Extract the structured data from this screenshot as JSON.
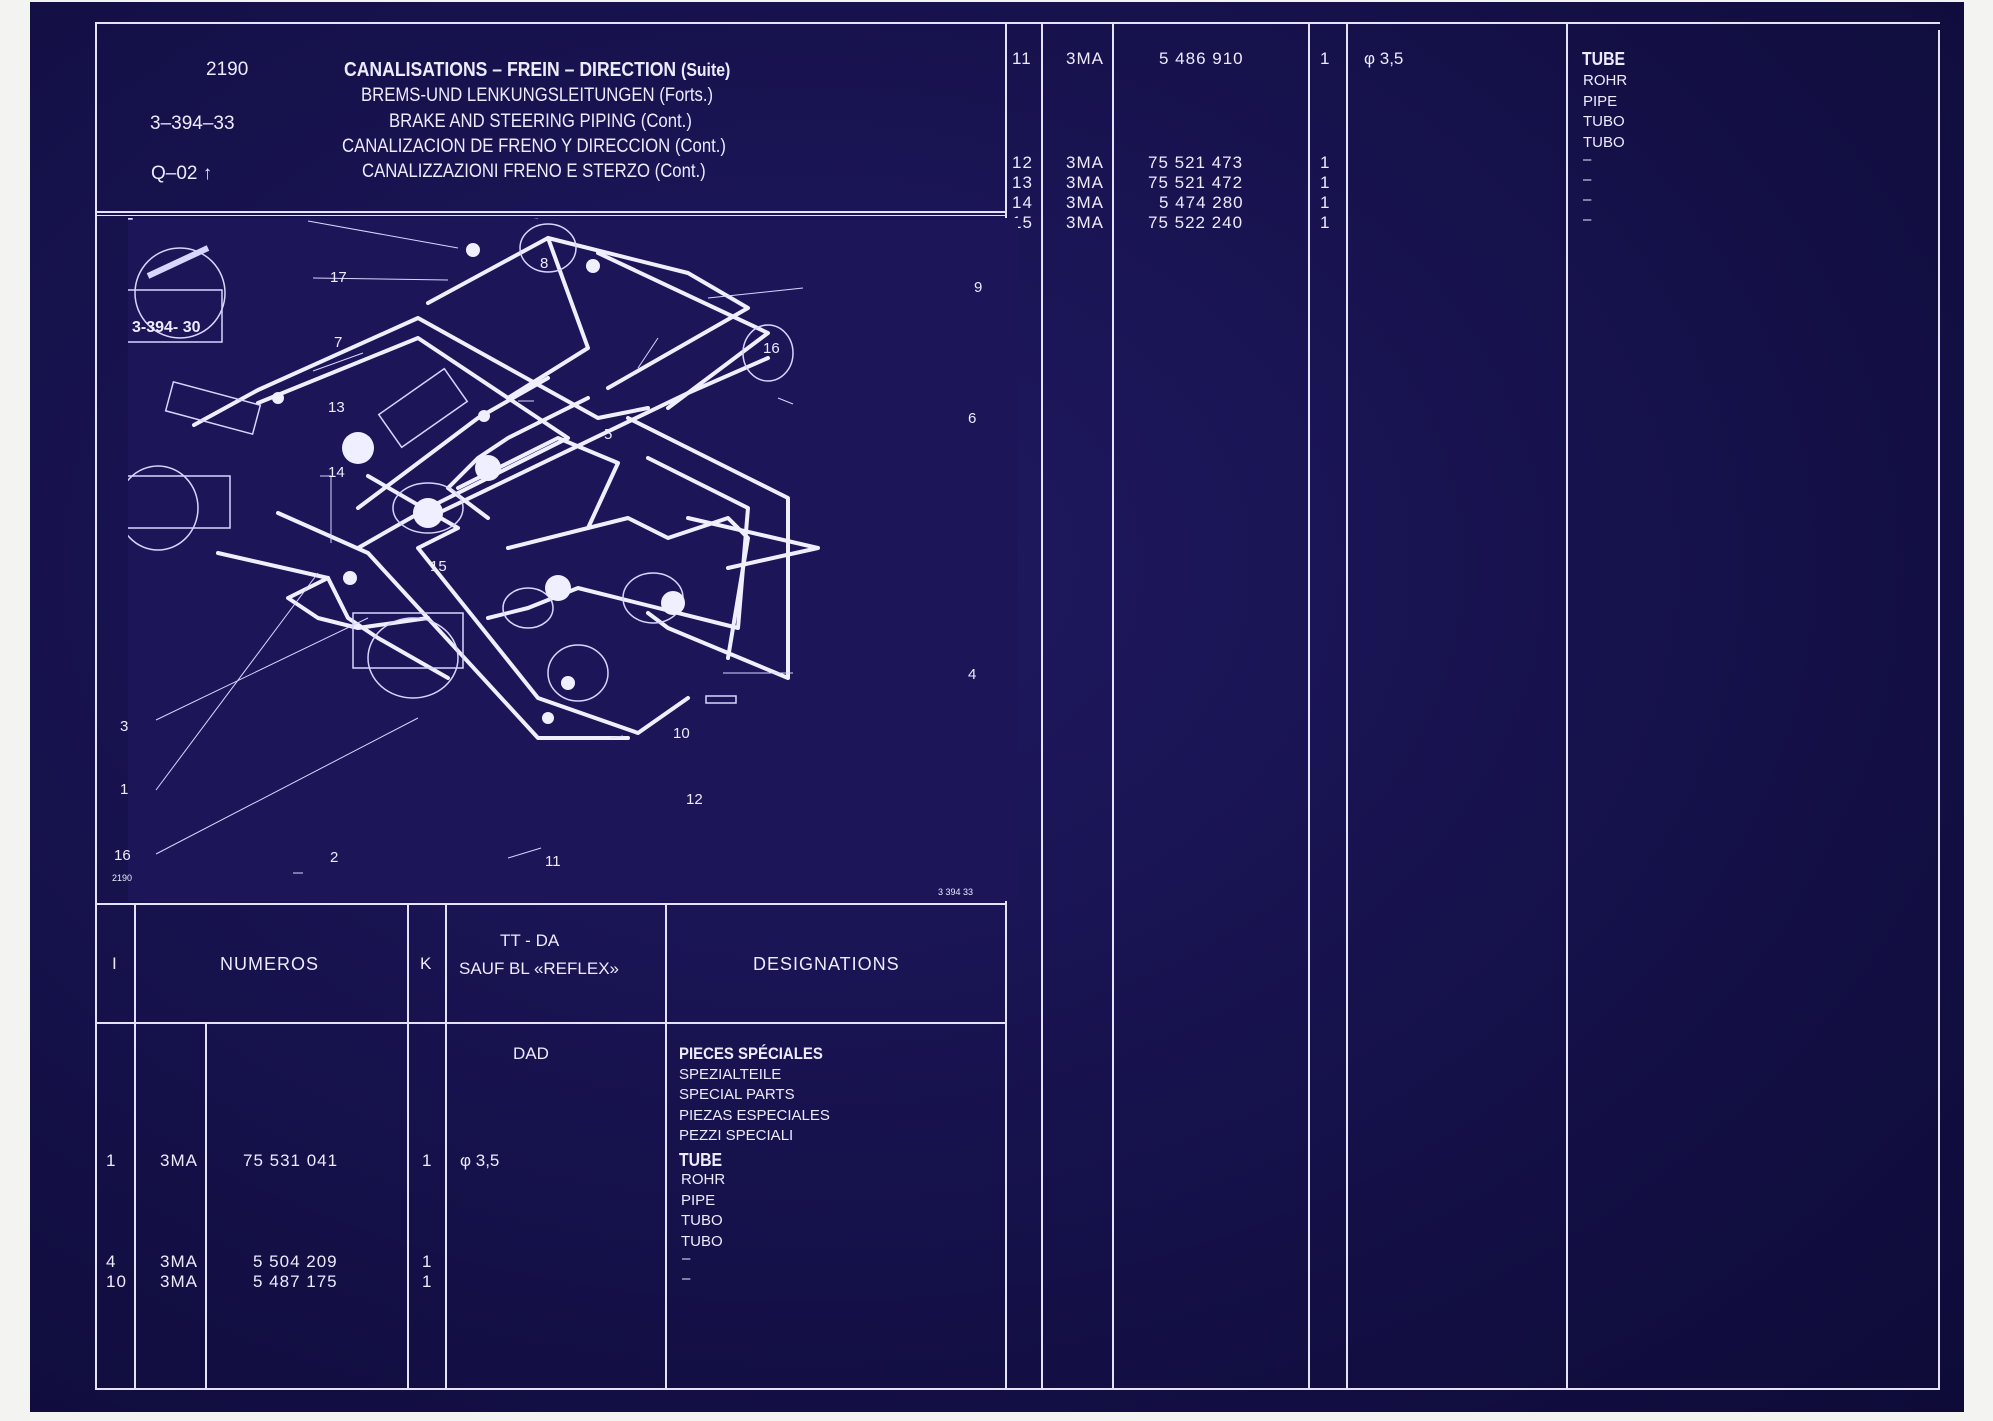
{
  "header": {
    "plate": "2190",
    "ref": "3–394–33",
    "code": "Q–02",
    "arrow": "↑",
    "titles": [
      {
        "label": "CANALISATIONS – FREIN – DIRECTION",
        "suffix": "(Suite)"
      },
      {
        "label": "BREMS-UND LENKUNGSLEITUNGEN (Forts.)",
        "suffix": ""
      },
      {
        "label": "BRAKE AND STEERING PIPING (Cont.)",
        "suffix": ""
      },
      {
        "label": "CANALIZACION DE FRENO Y DIRECCION (Cont.)",
        "suffix": ""
      },
      {
        "label": "CANALIZZAZIONI FRENO E STERZO (Cont.)",
        "suffix": ""
      }
    ]
  },
  "diagram": {
    "box_label": "3-394- 30",
    "footer_left": "2190",
    "footer_right": "3 394 33",
    "callouts": [
      "17",
      "8",
      "9",
      "7",
      "16",
      "13",
      "6",
      "5",
      "14",
      "15",
      "4",
      "3",
      "10",
      "1",
      "12",
      "16",
      "2",
      "11"
    ]
  },
  "table": {
    "headers": {
      "col_i": "I",
      "col_numeros": "NUMEROS",
      "col_k": "K",
      "col_variant_1": "TT - DA",
      "col_variant_2": "SAUF BL «REFLEX»",
      "col_designations": "DESIGNATIONS"
    },
    "section": {
      "dad": "DAD",
      "lines": [
        "PIECES SPÉCIALES",
        "SPEZIALTEILE",
        "SPECIAL PARTS",
        "PIEZAS ESPECIALES",
        "PEZZI SPECIALI"
      ]
    },
    "left_rows": [
      {
        "i": "1",
        "prefix": "3MA",
        "number": "75 531 041",
        "k": "1",
        "spec": "φ 3,5",
        "designation": [
          "TUBE",
          "ROHR",
          "PIPE",
          "TUBO",
          "TUBO"
        ]
      },
      {
        "i": "4",
        "prefix": "3MA",
        "number": "5 504 209",
        "k": "1",
        "spec": "",
        "designation": [
          "–"
        ]
      },
      {
        "i": "10",
        "prefix": "3MA",
        "number": "5 487 175",
        "k": "1",
        "spec": "",
        "designation": [
          "–"
        ]
      }
    ],
    "right_rows": [
      {
        "i": "11",
        "prefix": "3MA",
        "number": "5 486 910",
        "k": "1",
        "spec": "φ 3,5",
        "designation": [
          "TUBE",
          "ROHR",
          "PIPE",
          "TUBO",
          "TUBO"
        ]
      },
      {
        "i": "12",
        "prefix": "3MA",
        "number": "75 521 473",
        "k": "1",
        "spec": "",
        "designation": [
          "–"
        ]
      },
      {
        "i": "13",
        "prefix": "3MA",
        "number": "75 521 472",
        "k": "1",
        "spec": "",
        "designation": [
          "–"
        ]
      },
      {
        "i": "14",
        "prefix": "3MA",
        "number": "5 474 280",
        "k": "1",
        "spec": "",
        "designation": [
          "–"
        ]
      },
      {
        "i": "15",
        "prefix": "3MA",
        "number": "75 522 240",
        "k": "1",
        "spec": "",
        "designation": [
          "–"
        ]
      }
    ]
  },
  "colors": {
    "film": "#17124f",
    "ink": "#e8e6ff"
  }
}
